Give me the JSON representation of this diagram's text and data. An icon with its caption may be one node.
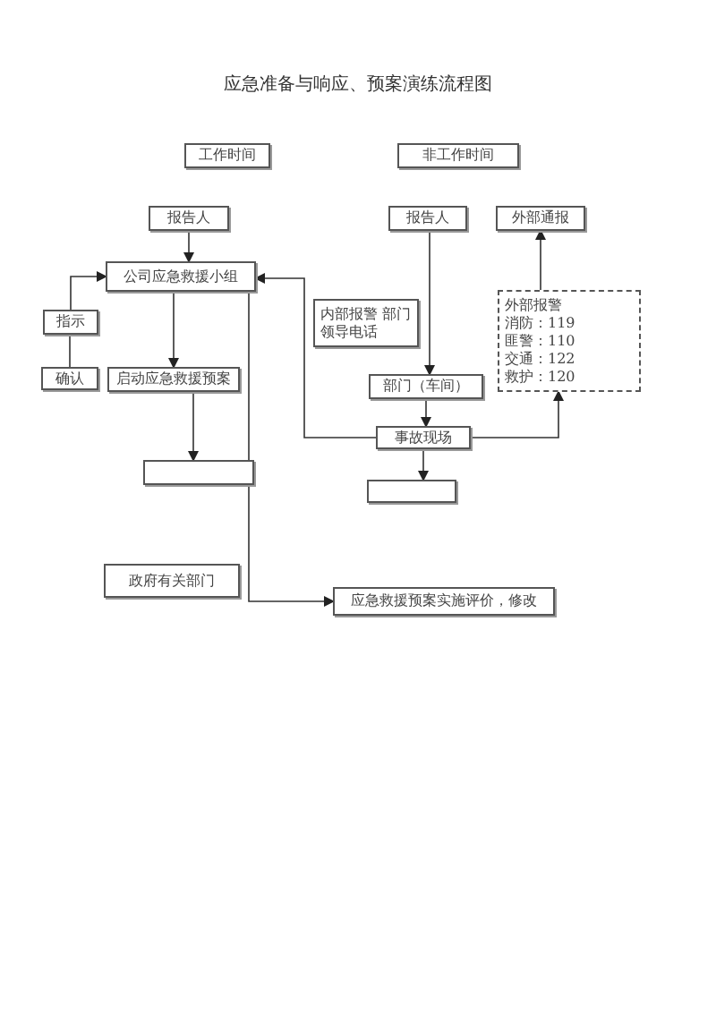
{
  "diagram": {
    "title": "应急准备与响应、预案演练流程图",
    "nodes": [
      {
        "text": [
          "工作时间"
        ]
      },
      {
        "text": [
          "非工作时间"
        ]
      },
      {
        "text": [
          "报告人"
        ]
      },
      {
        "text": [
          "报告人"
        ]
      },
      {
        "text": [
          "外部通报"
        ]
      },
      {
        "text": [
          "公司应急救援小组"
        ]
      },
      {
        "text": [
          "指示"
        ]
      },
      {
        "text": [
          "内部报警 部门领导电话"
        ]
      },
      {
        "text": [
          "外部报警",
          "消防：119",
          "匪警：110",
          "交通：122",
          "救护：120"
        ]
      },
      {
        "text": [
          "确认"
        ]
      },
      {
        "text": [
          "启动应急救援预案"
        ]
      },
      {
        "text": [
          "部门（车间）"
        ]
      },
      {
        "text": [
          "事故现场"
        ]
      },
      {
        "text": [],
        "shape": "box"
      },
      {
        "text": [],
        "shape": "box"
      },
      {
        "text": [
          "政府有关部门"
        ]
      },
      {
        "text": [
          "应急救援预案实施评价，修改"
        ]
      }
    ],
    "edges": [
      {
        "from": 2,
        "to": 5,
        "arrow": "to"
      },
      {
        "from": 3,
        "to": 11,
        "arrow": "to"
      },
      {
        "from": 8,
        "to": 4,
        "arrow": "to"
      },
      {
        "from": 5,
        "to": 10,
        "arrow": "to"
      },
      {
        "from": 9,
        "to": 6,
        "arrow": "none"
      },
      {
        "from": 6,
        "to": 5,
        "arrow": "to"
      },
      {
        "from": 10,
        "to": 13,
        "arrow": "to"
      },
      {
        "from": 11,
        "to": 12,
        "arrow": "to"
      },
      {
        "from": 12,
        "to": 8,
        "arrow": "to"
      },
      {
        "from": 12,
        "to": 14,
        "arrow": "to"
      },
      {
        "from": 12,
        "to": 5,
        "arrow": "to"
      },
      {
        "from": 5,
        "to": 16,
        "arrow": "to"
      }
    ]
  }
}
